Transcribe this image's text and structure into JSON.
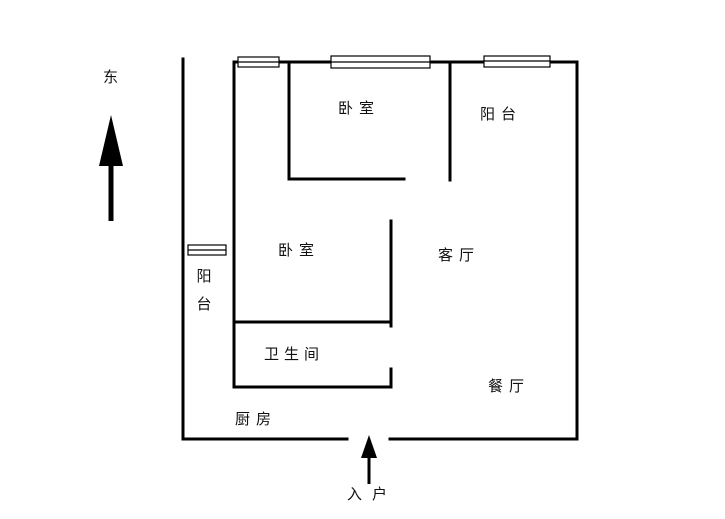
{
  "compass": {
    "label": "东",
    "icon": "north-arrow-icon"
  },
  "entrance": {
    "label": "入户",
    "icon": "entry-arrow-icon"
  },
  "rooms": {
    "bedroom_top": "卧室",
    "balcony_top": "阳台",
    "bedroom_mid": "卧室",
    "living_room": "客厅",
    "balcony_left": "阳台",
    "bathroom": "卫生间",
    "dining_room": "餐厅",
    "kitchen": "厨房"
  },
  "colors": {
    "wall": "#000000",
    "window_fill": "#ffffff"
  }
}
